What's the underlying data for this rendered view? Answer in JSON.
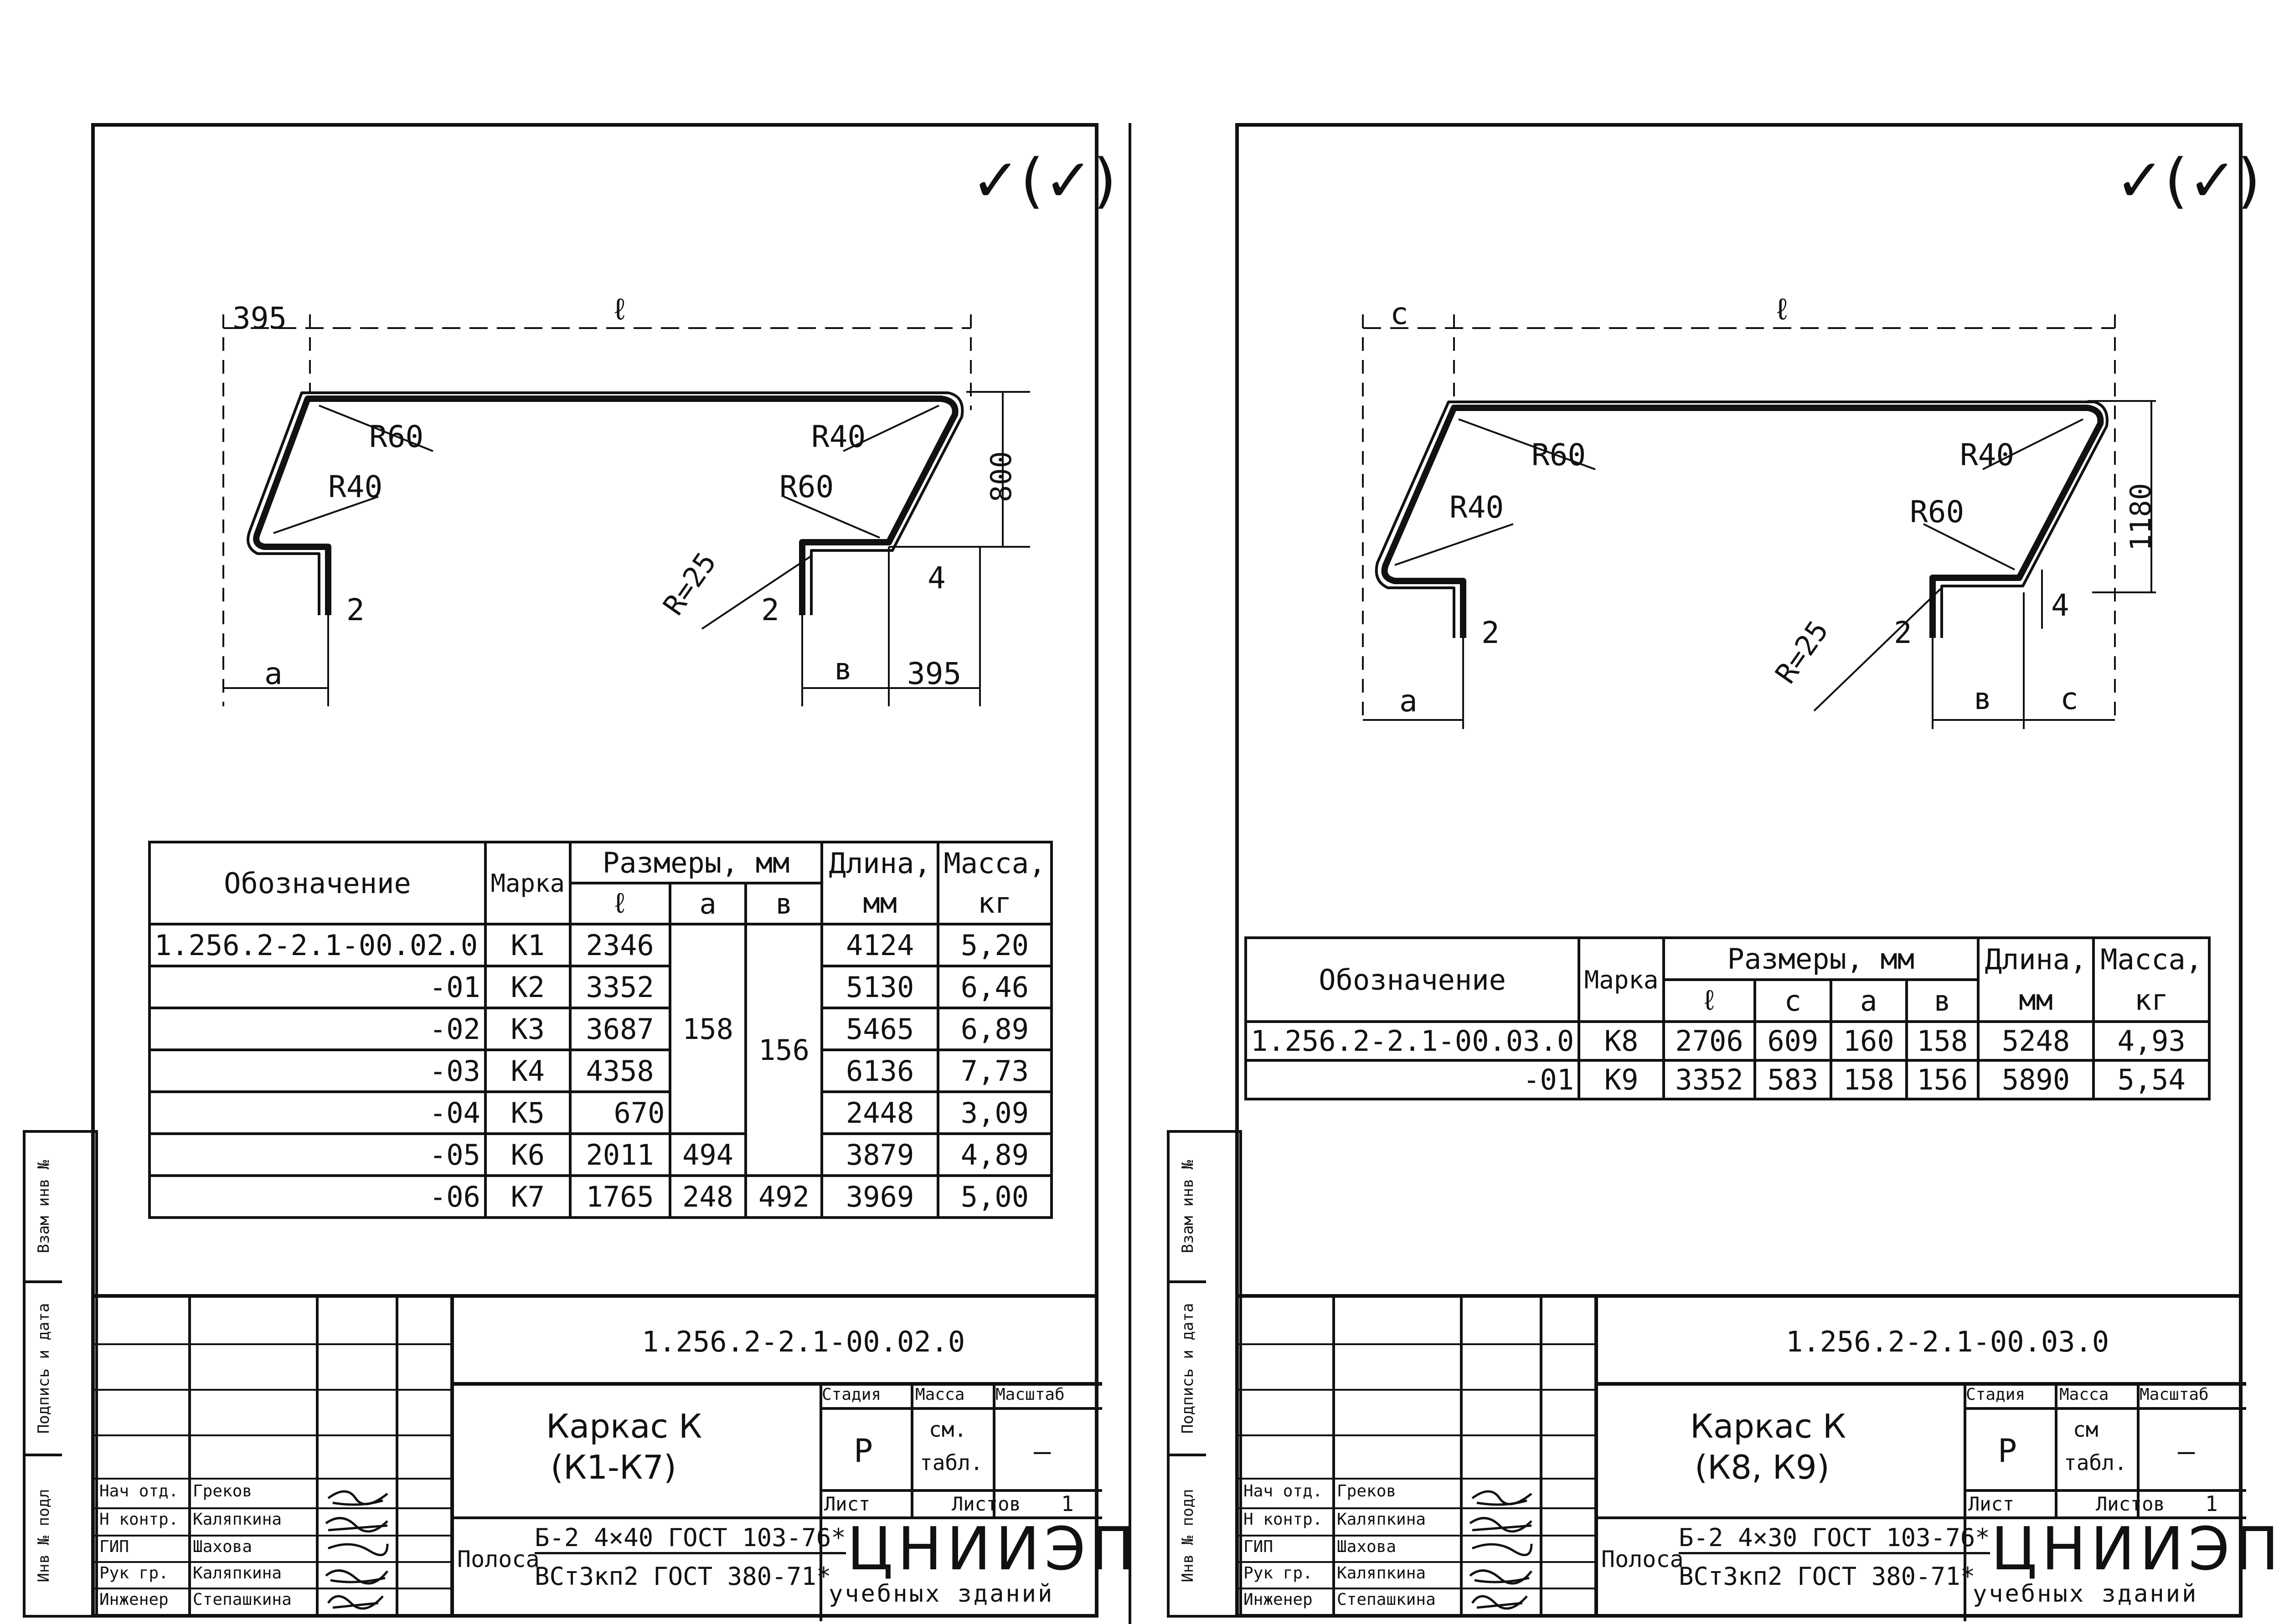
{
  "left_sheet": {
    "check_mark": "✓(✓)",
    "drawing": {
      "dim_top_left": "395",
      "dim_top_length": "ℓ",
      "radius_1": "R60",
      "radius_2": "R40",
      "radius_3": "R40",
      "radius_4": "R60",
      "height": "800",
      "rz": "R=25",
      "two_left": "2",
      "two_right": "2",
      "four": "4",
      "dim_a": "a",
      "dim_b": "в",
      "dim_bottom_right": "395"
    },
    "table": {
      "header_designation": "Обозначение",
      "header_mark": "Марка",
      "header_sizes": "Размеры, мм",
      "header_l": "ℓ",
      "header_a": "a",
      "header_b": "в",
      "header_length": "Длина,",
      "header_length_unit": "мм",
      "header_mass": "Масса,",
      "header_mass_unit": "кг",
      "shared_a": "158",
      "shared_b": "156",
      "rows": [
        {
          "designation": "1.256.2-2.1-00.02.0",
          "mark": "K1",
          "l": "2346",
          "a": "",
          "b": "",
          "length": "4124",
          "mass": "5,20"
        },
        {
          "designation": "-01",
          "mark": "K2",
          "l": "3352",
          "a": "",
          "b": "",
          "length": "5130",
          "mass": "6,46"
        },
        {
          "designation": "-02",
          "mark": "K3",
          "l": "3687",
          "a": "",
          "b": "",
          "length": "5465",
          "mass": "6,89"
        },
        {
          "designation": "-03",
          "mark": "K4",
          "l": "4358",
          "a": "",
          "b": "",
          "length": "6136",
          "mass": "7,73"
        },
        {
          "designation": "-04",
          "mark": "K5",
          "l": "670",
          "a": "",
          "b": "",
          "length": "2448",
          "mass": "3,09"
        },
        {
          "designation": "-05",
          "mark": "K6",
          "l": "2011",
          "a": "494",
          "b": "",
          "length": "3879",
          "mass": "4,89"
        },
        {
          "designation": "-06",
          "mark": "K7",
          "l": "1765",
          "a": "248",
          "b": "492",
          "length": "3969",
          "mass": "5,00"
        }
      ]
    },
    "title_block": {
      "doc_number": "1.256.2-2.1-00.02.0",
      "title_line1": "Каркас К",
      "title_line2": "(К1-К7)",
      "stage_label": "Стадия",
      "mass_label": "Масса",
      "scale_label": "Масштаб",
      "stage_value": "Р",
      "mass_value_1": "см.",
      "mass_value_2": "табл.",
      "scale_value": "—",
      "sheet_label": "Лист",
      "sheets_label": "Листов",
      "sheets_value": "1",
      "material_label": "Полоса",
      "material_top": "Б-2 4×40 ГОСТ 103-76*",
      "material_bottom": "ВСт3кп2 ГОСТ 380-71*",
      "org_main": "ЦНИИЭП",
      "org_sub": "учебных зданий",
      "people": [
        {
          "role": "Нач отд.",
          "name": "Греков"
        },
        {
          "role": "Н контр.",
          "name": "Каляпкина"
        },
        {
          "role": "ГИП",
          "name": "Шахова"
        },
        {
          "role": "Рук гр.",
          "name": "Каляпкина"
        },
        {
          "role": "Инженер",
          "name": "Степашкина"
        }
      ]
    },
    "sidebar": [
      "Инв № подл",
      "Подпись и дата",
      "Взам инв №"
    ]
  },
  "right_sheet": {
    "check_mark": "✓(✓)",
    "drawing": {
      "dim_top_left": "c",
      "dim_top_length": "ℓ",
      "radius_1": "R60",
      "radius_2": "R40",
      "radius_3": "R40",
      "radius_4": "R60",
      "height": "1180",
      "rz": "R=25",
      "two_left": "2",
      "two_right": "2",
      "four": "4",
      "dim_a": "a",
      "dim_b": "в",
      "dim_c": "c"
    },
    "table": {
      "header_designation": "Обозначение",
      "header_mark": "Марка",
      "header_sizes": "Размеры, мм",
      "header_l": "ℓ",
      "header_c": "c",
      "header_a": "a",
      "header_b": "в",
      "header_length": "Длина,",
      "header_length_unit": "мм",
      "header_mass": "Масса,",
      "header_mass_unit": "кг",
      "rows": [
        {
          "designation": "1.256.2-2.1-00.03.0",
          "mark": "K8",
          "l": "2706",
          "c": "609",
          "a": "160",
          "b": "158",
          "length": "5248",
          "mass": "4,93"
        },
        {
          "designation": "-01",
          "mark": "K9",
          "l": "3352",
          "c": "583",
          "a": "158",
          "b": "156",
          "length": "5890",
          "mass": "5,54"
        }
      ]
    },
    "title_block": {
      "doc_number": "1.256.2-2.1-00.03.0",
      "title_line1": "Каркас К",
      "title_line2": "(К8, К9)",
      "stage_label": "Стадия",
      "mass_label": "Масса",
      "scale_label": "Масштаб",
      "stage_value": "Р",
      "mass_value_1": "см",
      "mass_value_2": "табл.",
      "scale_value": "—",
      "sheet_label": "Лист",
      "sheets_label": "Листов",
      "sheets_value": "1",
      "material_label": "Полоса",
      "material_top": "Б-2 4×30 ГОСТ 103-76*",
      "material_bottom": "ВСт3кп2 ГОСТ 380-71*",
      "org_main": "ЦНИИЭП",
      "org_sub": "учебных зданий",
      "people": [
        {
          "role": "Нач отд.",
          "name": "Греков"
        },
        {
          "role": "Н контр.",
          "name": "Каляпкина"
        },
        {
          "role": "ГИП",
          "name": "Шахова"
        },
        {
          "role": "Рук гр.",
          "name": "Каляпкина"
        },
        {
          "role": "Инженер",
          "name": "Степашкина"
        }
      ]
    },
    "sidebar": [
      "Инв № подл",
      "Подпись и дата",
      "Взам инв №"
    ]
  }
}
